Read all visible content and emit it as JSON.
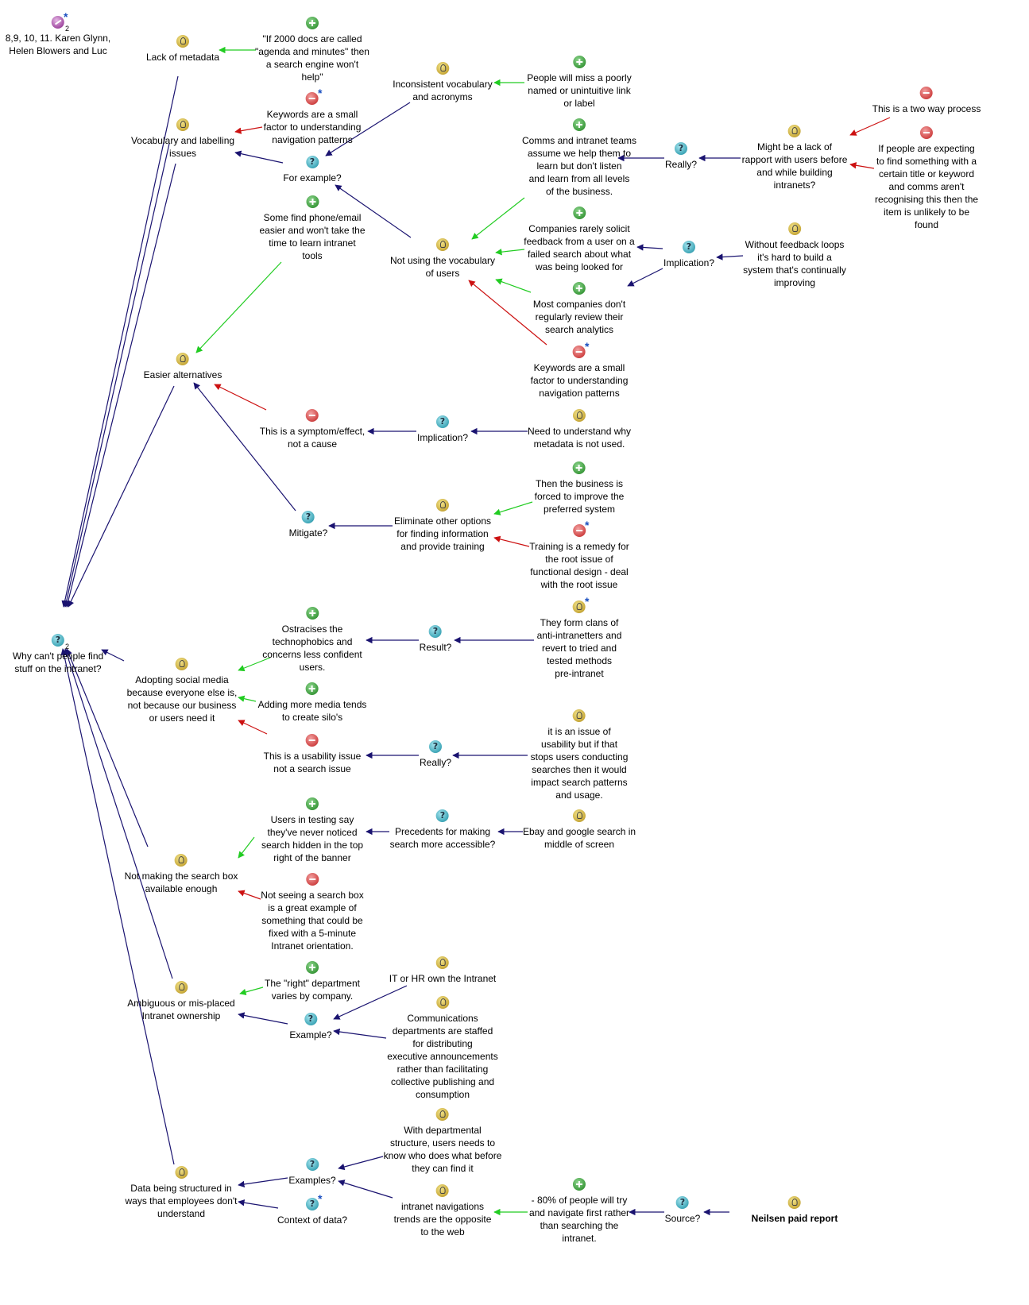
{
  "colors": {
    "pro": "#22cc22",
    "con": "#cc1111",
    "neutral": "#1a1370"
  },
  "nodes": [
    {
      "id": "ref",
      "type": "reference",
      "label": "8,9, 10, 11. Karen Glynn,\nHelen Blowers and Luc",
      "star": true,
      "sub": "2"
    },
    {
      "id": "root",
      "type": "question",
      "label": "Why can't people find\nstuff on the intranet?",
      "sub": "2"
    },
    {
      "id": "lackMeta",
      "type": "idea",
      "label": "Lack of metadata"
    },
    {
      "id": "docs2000",
      "type": "pro",
      "label": "\"If 2000 docs are called\n\"agenda and minutes\" then\na search engine won't\nhelp\""
    },
    {
      "id": "vocabIssues",
      "type": "idea",
      "label": "Vocabulary and labelling\nissues"
    },
    {
      "id": "keywords1",
      "type": "con",
      "label": "Keywords are a small\nfactor to understanding\nnavigation patterns",
      "star": true
    },
    {
      "id": "forExample",
      "type": "question",
      "label": "For example?"
    },
    {
      "id": "inconsistent",
      "type": "idea",
      "label": "Inconsistent vocabulary\nand acronyms"
    },
    {
      "id": "missLink",
      "type": "pro",
      "label": "People will miss a poorly\nnamed or unintuitive link\nor label"
    },
    {
      "id": "phoneEmail",
      "type": "pro",
      "label": "Some find phone/email\neasier and won't take the\ntime to learn intranet\ntools"
    },
    {
      "id": "notVocab",
      "type": "idea",
      "label": "Not using the vocabulary\nof users"
    },
    {
      "id": "commsTeams",
      "type": "pro",
      "label": "Comms and intranet teams\nassume we help them to\nlearn but don't listen\nand learn from all levels\nof the business."
    },
    {
      "id": "reallyTop",
      "type": "question",
      "label": "Really?"
    },
    {
      "id": "rapport",
      "type": "idea",
      "label": "Might be a lack of\nrapport with users before\nand while building\nintranets?"
    },
    {
      "id": "twoWay",
      "type": "con",
      "label": "This is a two way process"
    },
    {
      "id": "expecting",
      "type": "con",
      "label": "If people are expecting\nto find something with a\ncertain title or keyword\nand comms aren't\nrecognising this then the\nitem is unlikely to be\nfound"
    },
    {
      "id": "rarelySolicit",
      "type": "pro",
      "label": "Companies rarely solicit\nfeedback from a user on a\nfailed search about what\nwas being looked for"
    },
    {
      "id": "implTop",
      "type": "question",
      "label": "Implication?"
    },
    {
      "id": "feedbackLoops",
      "type": "idea",
      "label": "Without feedback loops\nit's hard to build a\nsystem that's continually\nimproving"
    },
    {
      "id": "analytics",
      "type": "pro",
      "label": "Most companies don't\nregularly review their\nsearch analytics"
    },
    {
      "id": "keywords2",
      "type": "con",
      "label": "Keywords are a small\nfactor to understanding\nnavigation patterns",
      "star": true
    },
    {
      "id": "easierAlt",
      "type": "idea",
      "label": "Easier alternatives"
    },
    {
      "id": "symptom",
      "type": "con",
      "label": "This is a symptom/effect,\nnot a cause"
    },
    {
      "id": "implMid",
      "type": "question",
      "label": "Implication?"
    },
    {
      "id": "needUnderstand",
      "type": "idea",
      "label": "Need to understand why\nmetadata is not used."
    },
    {
      "id": "mitigate",
      "type": "question",
      "label": "Mitigate?"
    },
    {
      "id": "eliminate",
      "type": "idea",
      "label": "Eliminate other options\nfor finding information\nand provide training"
    },
    {
      "id": "forced",
      "type": "pro",
      "label": "Then the business is\nforced to improve the\npreferred system"
    },
    {
      "id": "training",
      "type": "con",
      "label": "Training is a remedy for\nthe root issue of\nfunctional design - deal\nwith the root issue",
      "star": true
    },
    {
      "id": "adopting",
      "type": "idea",
      "label": "Adopting social media\nbecause everyone else is,\nnot because our business\nor users need it"
    },
    {
      "id": "ostracises",
      "type": "pro",
      "label": "Ostracises the\ntechnophobics and\nconcerns less confident\nusers."
    },
    {
      "id": "result",
      "type": "question",
      "label": "Result?"
    },
    {
      "id": "clans",
      "type": "idea",
      "label": "They form clans of\nanti-intranetters and\nrevert to tried and\ntested methods\npre-intranet",
      "star": true
    },
    {
      "id": "moreMedia",
      "type": "pro",
      "label": "Adding more media tends\nto create silo's"
    },
    {
      "id": "usability",
      "type": "con",
      "label": "This is a usability issue\nnot a search issue"
    },
    {
      "id": "reallyMid",
      "type": "question",
      "label": "Really?"
    },
    {
      "id": "issueUsability",
      "type": "idea",
      "label": "it is an issue of\nusability but if that\nstops users conducting\nsearches then it would\nimpact search patterns\nand usage."
    },
    {
      "id": "searchBox",
      "type": "idea",
      "label": "Not making the search box\navailable enough"
    },
    {
      "id": "usersTesting",
      "type": "pro",
      "label": "Users in testing say\nthey've never noticed\nsearch hidden in the top\nright of the banner"
    },
    {
      "id": "precedents",
      "type": "question",
      "label": "Precedents for making\nsearch more accessible?"
    },
    {
      "id": "ebay",
      "type": "idea",
      "label": "Ebay and google search in\nmiddle of screen"
    },
    {
      "id": "notSeeing",
      "type": "con",
      "label": "Not seeing a search box\nis a great example of\nsomething that could be\nfixed with a 5-minute\nIntranet orientation."
    },
    {
      "id": "ambiguous",
      "type": "idea",
      "label": "Ambiguous or mis-placed\nIntranet ownership"
    },
    {
      "id": "rightDept",
      "type": "pro",
      "label": "The \"right\" department\nvaries by company."
    },
    {
      "id": "exampleQ",
      "type": "question",
      "label": "Example?"
    },
    {
      "id": "itHr",
      "type": "idea",
      "label": "IT or HR own the Intranet"
    },
    {
      "id": "commsDept",
      "type": "idea",
      "label": "Communications\ndepartments are staffed\nfor distributing\nexecutive announcements\nrather than facilitating\ncollective publishing and\nconsumption"
    },
    {
      "id": "dataStruct",
      "type": "idea",
      "label": "Data being structured in\nways that employees don't\nunderstand"
    },
    {
      "id": "examplesQ",
      "type": "question",
      "label": "Examples?"
    },
    {
      "id": "deptStructure",
      "type": "idea",
      "label": "With departmental\nstructure, users needs to\nknow who does what before\nthey can find it"
    },
    {
      "id": "contextQ",
      "type": "question",
      "label": "Context of data?",
      "star": true
    },
    {
      "id": "trends",
      "type": "idea",
      "label": "intranet navigations\ntrends are the opposite\nto the web"
    },
    {
      "id": "eightyPct",
      "type": "pro",
      "label": "- 80% of people will try\nand navigate first rather\nthan searching the\nintranet."
    },
    {
      "id": "sourceQ",
      "type": "question",
      "label": "Source?"
    },
    {
      "id": "neilsen",
      "type": "idea",
      "label": "Neilsen paid report",
      "bold": true
    }
  ],
  "links": [
    {
      "from": "docs2000",
      "to": "lackMeta",
      "kind": "pro"
    },
    {
      "from": "keywords1",
      "to": "vocabIssues",
      "kind": "con"
    },
    {
      "from": "forExample",
      "to": "vocabIssues",
      "kind": "neutral"
    },
    {
      "from": "inconsistent",
      "to": "forExample",
      "kind": "neutral"
    },
    {
      "from": "missLink",
      "to": "inconsistent",
      "kind": "pro"
    },
    {
      "from": "notVocab",
      "to": "forExample",
      "kind": "neutral"
    },
    {
      "from": "phoneEmail",
      "to": "easierAlt",
      "kind": "pro"
    },
    {
      "from": "commsTeams",
      "to": "notVocab",
      "kind": "pro"
    },
    {
      "from": "reallyTop",
      "to": "commsTeams",
      "kind": "neutral"
    },
    {
      "from": "rapport",
      "to": "reallyTop",
      "kind": "neutral"
    },
    {
      "from": "twoWay",
      "to": "rapport",
      "kind": "con"
    },
    {
      "from": "expecting",
      "to": "rapport",
      "kind": "con"
    },
    {
      "from": "rarelySolicit",
      "to": "notVocab",
      "kind": "pro"
    },
    {
      "from": "implTop",
      "to": "rarelySolicit",
      "kind": "neutral"
    },
    {
      "from": "implTop",
      "to": "analytics",
      "kind": "neutral"
    },
    {
      "from": "feedbackLoops",
      "to": "implTop",
      "kind": "neutral"
    },
    {
      "from": "analytics",
      "to": "notVocab",
      "kind": "pro"
    },
    {
      "from": "keywords2",
      "to": "notVocab",
      "kind": "con"
    },
    {
      "from": "symptom",
      "to": "easierAlt",
      "kind": "con"
    },
    {
      "from": "implMid",
      "to": "symptom",
      "kind": "neutral"
    },
    {
      "from": "needUnderstand",
      "to": "implMid",
      "kind": "neutral"
    },
    {
      "from": "mitigate",
      "to": "easierAlt",
      "kind": "neutral"
    },
    {
      "from": "eliminate",
      "to": "mitigate",
      "kind": "neutral"
    },
    {
      "from": "forced",
      "to": "eliminate",
      "kind": "pro"
    },
    {
      "from": "training",
      "to": "eliminate",
      "kind": "con"
    },
    {
      "from": "lackMeta",
      "to": "root",
      "kind": "neutral"
    },
    {
      "from": "vocabIssues",
      "to": "root",
      "kind": "neutral"
    },
    {
      "from": "vocabIssues",
      "to": "root",
      "kind": "neutral",
      "alt": true
    },
    {
      "from": "easierAlt",
      "to": "root",
      "kind": "neutral"
    },
    {
      "from": "adopting",
      "to": "root",
      "kind": "neutral"
    },
    {
      "from": "searchBox",
      "to": "root",
      "kind": "neutral"
    },
    {
      "from": "ambiguous",
      "to": "root",
      "kind": "neutral"
    },
    {
      "from": "dataStruct",
      "to": "root",
      "kind": "neutral"
    },
    {
      "from": "ostracises",
      "to": "adopting",
      "kind": "pro"
    },
    {
      "from": "result",
      "to": "ostracises",
      "kind": "neutral"
    },
    {
      "from": "clans",
      "to": "result",
      "kind": "neutral"
    },
    {
      "from": "moreMedia",
      "to": "adopting",
      "kind": "pro"
    },
    {
      "from": "usability",
      "to": "adopting",
      "kind": "con"
    },
    {
      "from": "reallyMid",
      "to": "usability",
      "kind": "neutral"
    },
    {
      "from": "issueUsability",
      "to": "reallyMid",
      "kind": "neutral"
    },
    {
      "from": "usersTesting",
      "to": "searchBox",
      "kind": "pro"
    },
    {
      "from": "precedents",
      "to": "usersTesting",
      "kind": "neutral"
    },
    {
      "from": "ebay",
      "to": "precedents",
      "kind": "neutral"
    },
    {
      "from": "notSeeing",
      "to": "searchBox",
      "kind": "con"
    },
    {
      "from": "rightDept",
      "to": "ambiguous",
      "kind": "pro"
    },
    {
      "from": "exampleQ",
      "to": "ambiguous",
      "kind": "neutral"
    },
    {
      "from": "itHr",
      "to": "exampleQ",
      "kind": "neutral"
    },
    {
      "from": "commsDept",
      "to": "exampleQ",
      "kind": "neutral"
    },
    {
      "from": "examplesQ",
      "to": "dataStruct",
      "kind": "neutral"
    },
    {
      "from": "contextQ",
      "to": "dataStruct",
      "kind": "neutral"
    },
    {
      "from": "deptStructure",
      "to": "examplesQ",
      "kind": "neutral"
    },
    {
      "from": "trends",
      "to": "examplesQ",
      "kind": "neutral"
    },
    {
      "from": "eightyPct",
      "to": "trends",
      "kind": "pro"
    },
    {
      "from": "sourceQ",
      "to": "eightyPct",
      "kind": "neutral"
    },
    {
      "from": "neilsen",
      "to": "sourceQ",
      "kind": "neutral"
    }
  ]
}
